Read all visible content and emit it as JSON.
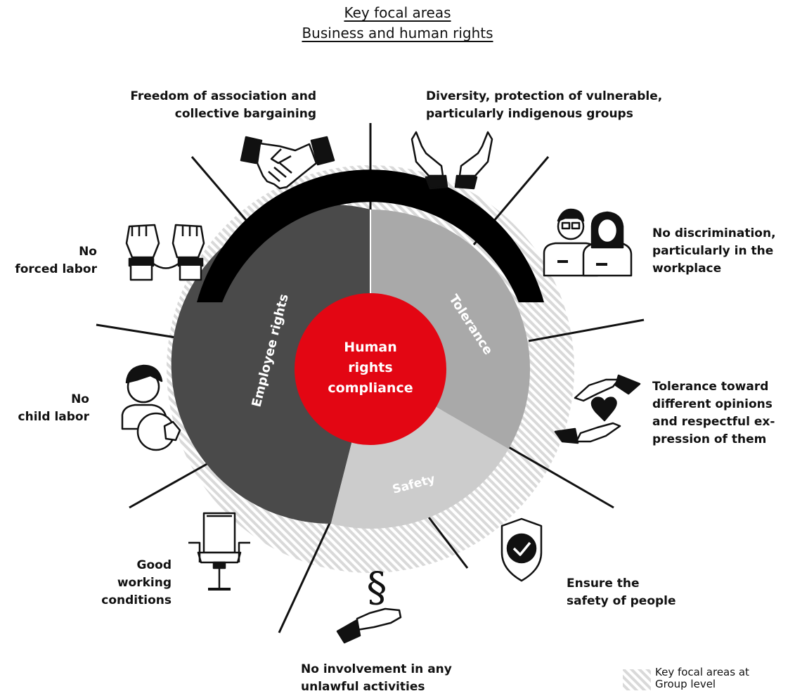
{
  "header": {
    "title_line1": "Key focal areas",
    "title_line2": "Business and human rights"
  },
  "center": {
    "line1": "Human",
    "line2": "rights",
    "line3": "compliance",
    "color": "#e30613"
  },
  "segments": {
    "employee_rights": "Employee rights",
    "tolerance": "Tolerance",
    "safety": "Safety"
  },
  "focal_areas": {
    "freedom_line1": "Freedom of association and",
    "freedom_line2": "collective bargaining",
    "diversity_line1": "Diversity, protection of vulnerable,",
    "diversity_line2": "particularly indigenous groups",
    "discrimination_line1": "No discrimination,",
    "discrimination_line2": "particularly in the",
    "discrimination_line3": "workplace",
    "tolerance_line1": "Tolerance toward",
    "tolerance_line2": "different opinions",
    "tolerance_line3": "and respectful ex-",
    "tolerance_line4": "pression of them",
    "safety_line1": "Ensure the",
    "safety_line2": "safety of people",
    "unlawful_line1": "No involvement in any",
    "unlawful_line2": "unlawful activities",
    "working_line1": "Good",
    "working_line2": "working",
    "working_line3": "conditions",
    "child_line1": "No",
    "child_line2": "child labor",
    "forced_line1": "No",
    "forced_line2": "forced labor"
  },
  "paragraph_symbol": "§",
  "legend": {
    "line1": "Key focal areas at",
    "line2": "Group level"
  },
  "colors": {
    "employee_rights": "#4a4a4a",
    "tolerance": "#a9a9a9",
    "safety": "#cccccc",
    "arc": "#000000",
    "hatch": "#d6d6d6"
  }
}
